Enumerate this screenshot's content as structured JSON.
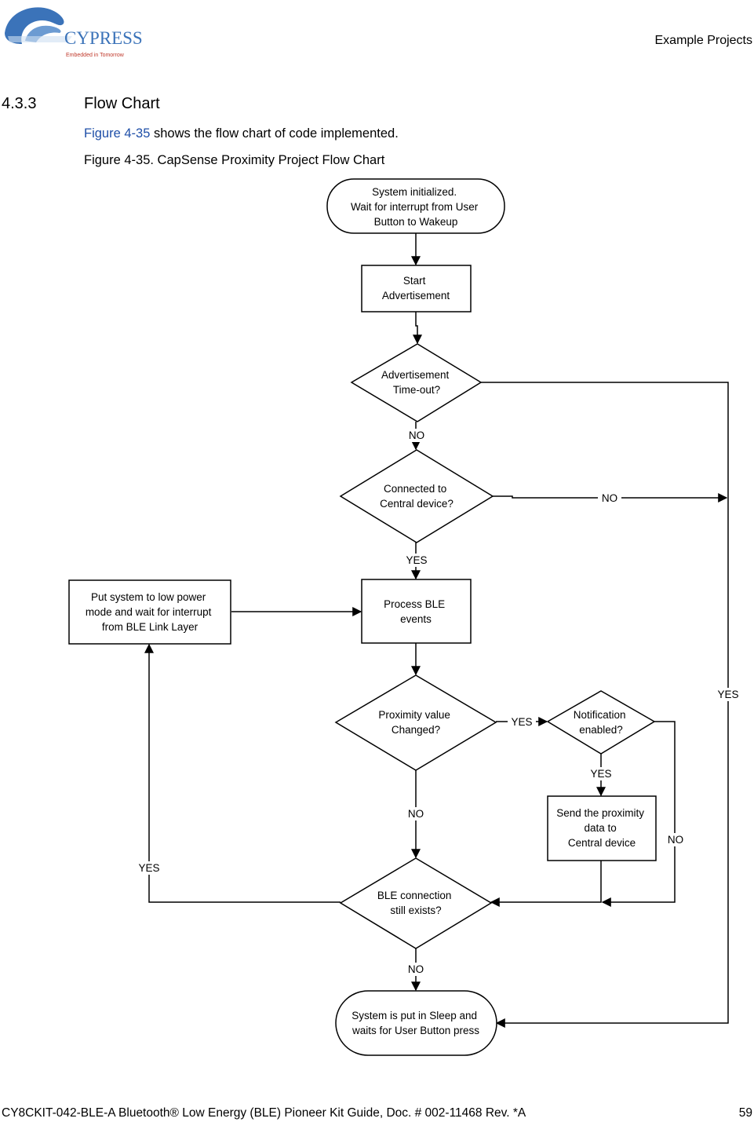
{
  "header": {
    "logo_text": "CYPRESS",
    "logo_tagline": "Embedded in Tomorrow",
    "section_label": "Example Projects"
  },
  "section": {
    "number": "4.3.3",
    "title": "Flow Chart"
  },
  "intro": {
    "ref": "Figure 4-35",
    "rest": " shows the flow chart of code implemented."
  },
  "caption": "Figure 4-35.  CapSense Proximity Project Flow Chart",
  "flowchart": {
    "nodes": {
      "init": [
        "System initialized.",
        "Wait for interrupt from User",
        "Button to Wakeup"
      ],
      "start_adv": [
        "Start",
        "Advertisement"
      ],
      "adv_timeout": [
        "Advertisement",
        "Time-out?"
      ],
      "connected": [
        "Connected to",
        "Central device?"
      ],
      "process_ble": [
        "Process BLE",
        "events"
      ],
      "low_power": [
        "Put system to low power",
        "mode and wait for interrupt",
        "from BLE Link Layer"
      ],
      "prox_changed": [
        "Proximity value",
        "Changed?"
      ],
      "notif_enabled": [
        "Notification",
        "enabled?"
      ],
      "send_data": [
        "Send the proximity",
        "data to",
        "Central device"
      ],
      "ble_exists": [
        "BLE connection",
        "still exists?"
      ],
      "sleep": [
        "System is put in Sleep and",
        "waits for User Button press"
      ]
    },
    "edge_labels": {
      "adv_no": "NO",
      "conn_no": "NO",
      "conn_yes": "YES",
      "right_yes": "YES",
      "prox_yes": "YES",
      "notif_yes": "YES",
      "prox_no": "NO",
      "notif_no": "NO",
      "ble_yes": "YES",
      "ble_no": "NO"
    }
  },
  "footer": {
    "left": "CY8CKIT-042-BLE-A Bluetooth® Low Energy (BLE) Pioneer Kit Guide, Doc. # 002-11468 Rev. *A",
    "page": "59"
  }
}
